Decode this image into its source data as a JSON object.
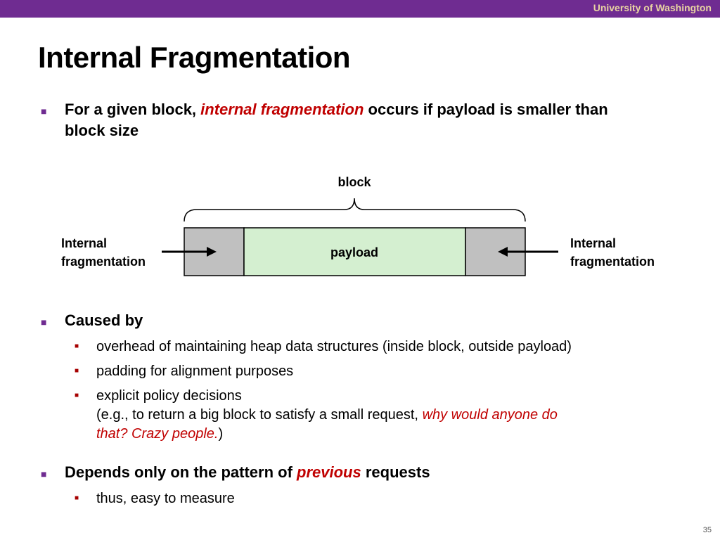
{
  "header": {
    "institution": "University of Washington"
  },
  "slide": {
    "title": "Internal Fragmentation",
    "page_number": "35",
    "bullet1": {
      "pre": "For a given block,",
      "emph": "internal fragmentation",
      "post": "occurs if payload is smaller than",
      "line2": "block size"
    },
    "diagram": {
      "block_label": "block",
      "payload_label": "payload",
      "left_label_line1": "Internal",
      "left_label_line2": "fragmentation",
      "right_label_line1": "Internal",
      "right_label_line2": "fragmentation",
      "colors": {
        "padding": "#c0c0c0",
        "payload": "#d4efd0"
      }
    },
    "caused_by": {
      "heading": "Caused by",
      "items": [
        "overhead of maintaining heap data structures (inside block, outside payload)",
        "padding for alignment purposes",
        "explicit policy decisions"
      ],
      "item3_line2_pre": "(e.g., to return a big block to satisfy a small request,",
      "item3_emph_a": "why would anyone do",
      "item3_emph_b": "that? Crazy people.",
      "item3_close": ")"
    },
    "depends": {
      "pre": "Depends only on the pattern of",
      "emph": "previous",
      "post": "requests",
      "items": [
        "thus, easy to measure"
      ]
    }
  }
}
